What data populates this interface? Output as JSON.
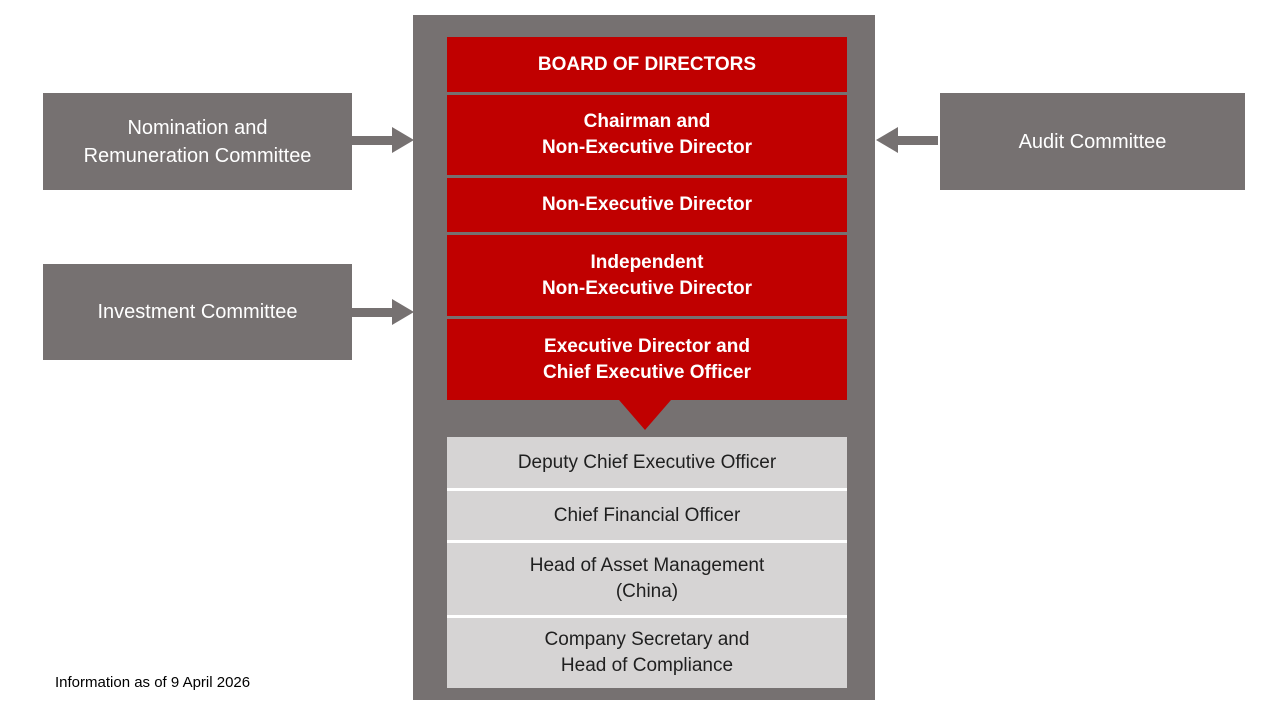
{
  "colors": {
    "column_gray": "#767171",
    "board_red": "#C00000",
    "management_gray": "#D6D4D4",
    "text_white": "#FFFFFF",
    "text_dark": "#1F1F1F"
  },
  "committees": {
    "nomination": "Nomination and\nRemuneration Committee",
    "investment": "Investment Committee",
    "audit": "Audit Committee"
  },
  "board": {
    "header": "BOARD OF DIRECTORS",
    "members": [
      "Chairman and\nNon-Executive Director",
      "Non-Executive Director",
      "Independent\nNon-Executive Director",
      "Executive Director and\nChief Executive Officer"
    ]
  },
  "management": [
    "Deputy Chief Executive Officer",
    "Chief Financial Officer",
    "Head of Asset Management\n(China)",
    "Company Secretary and\nHead of Compliance"
  ],
  "footnote": "Information as of 9 April 2026"
}
